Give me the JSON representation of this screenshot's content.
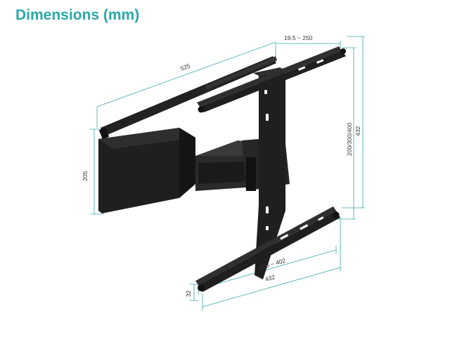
{
  "header": {
    "title": "Dimensions (mm)"
  },
  "colors": {
    "accent": "#2aa9a6",
    "bracket": "#1a1a1a",
    "dimension_line": "#3aa8a4",
    "dimension_text": "#333333"
  },
  "dimensions": {
    "depth": "19.5 ~ 250",
    "arm_length": "525",
    "wall_plate_height": "205",
    "vesa_vertical": "200/300/400",
    "overall_height": "432",
    "vesa_horizontal": "100 ~ 402",
    "overall_width": "432",
    "rail_height": "32"
  }
}
